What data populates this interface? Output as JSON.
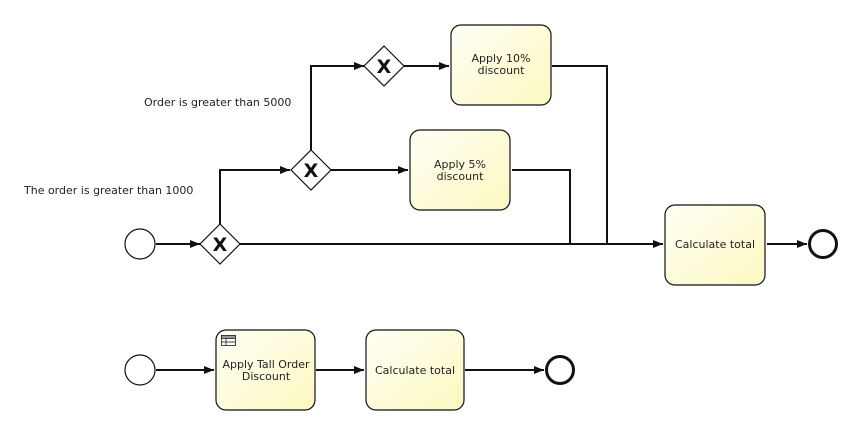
{
  "diagram": {
    "type": "BPMN process",
    "colors": {
      "task_fill_start": "#fffff8",
      "task_fill_end": "#fdfac8",
      "stroke": "#111111"
    },
    "process_1": {
      "labels": {
        "cond_1000": "The order is greater than 1000",
        "cond_5000": "Order is greater than 5000"
      },
      "tasks": {
        "apply10": [
          "Apply 10%",
          "discount"
        ],
        "apply5": [
          "Apply 5%",
          "discount"
        ],
        "calc": [
          "Calculate total"
        ]
      },
      "gateways": [
        "exclusive",
        "exclusive",
        "exclusive"
      ],
      "gateway_glyph": "X"
    },
    "process_2": {
      "tasks": {
        "tall": [
          "Apply Tall Order",
          "Discount"
        ],
        "calc": [
          "Calculate total"
        ]
      },
      "business_rule_icon": "table-icon"
    }
  }
}
